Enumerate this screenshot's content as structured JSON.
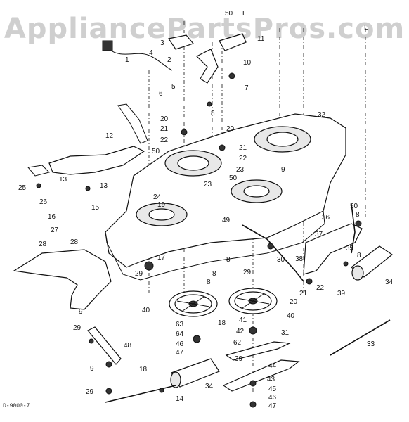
{
  "watermark": "AppliancePartsPros.com",
  "drawing_id": "D-9000-7",
  "callouts": [
    {
      "id": "c50a",
      "text": "50"
    },
    {
      "id": "cE",
      "text": "E"
    },
    {
      "id": "c11",
      "text": "11"
    },
    {
      "id": "cL",
      "text": "L"
    },
    {
      "id": "c1",
      "text": "1"
    },
    {
      "id": "c4",
      "text": "4"
    },
    {
      "id": "c3",
      "text": "3"
    },
    {
      "id": "c2",
      "text": "2"
    },
    {
      "id": "c10",
      "text": "10"
    },
    {
      "id": "c7",
      "text": "7"
    },
    {
      "id": "c6",
      "text": "6"
    },
    {
      "id": "c5",
      "text": "5"
    },
    {
      "id": "c8a",
      "text": "8"
    },
    {
      "id": "c32",
      "text": "32"
    },
    {
      "id": "c12",
      "text": "12"
    },
    {
      "id": "c20a",
      "text": "20"
    },
    {
      "id": "c21a",
      "text": "21"
    },
    {
      "id": "c22a",
      "text": "22"
    },
    {
      "id": "c50b",
      "text": "50"
    },
    {
      "id": "c20b",
      "text": "20"
    },
    {
      "id": "c21b",
      "text": "21"
    },
    {
      "id": "c22b",
      "text": "22"
    },
    {
      "id": "c23a",
      "text": "23"
    },
    {
      "id": "c23b",
      "text": "23"
    },
    {
      "id": "c9a",
      "text": "9"
    },
    {
      "id": "c50c",
      "text": "50"
    },
    {
      "id": "c13a",
      "text": "13"
    },
    {
      "id": "c13b",
      "text": "13"
    },
    {
      "id": "c25",
      "text": "25"
    },
    {
      "id": "c26",
      "text": "26"
    },
    {
      "id": "c15",
      "text": "15"
    },
    {
      "id": "c24",
      "text": "24"
    },
    {
      "id": "c19",
      "text": "19"
    },
    {
      "id": "c49",
      "text": "49"
    },
    {
      "id": "c16",
      "text": "16"
    },
    {
      "id": "c27",
      "text": "27"
    },
    {
      "id": "c28a",
      "text": "28"
    },
    {
      "id": "c28b",
      "text": "28"
    },
    {
      "id": "c17",
      "text": "17"
    },
    {
      "id": "c29a",
      "text": "29"
    },
    {
      "id": "c8b",
      "text": "8"
    },
    {
      "id": "c30",
      "text": "30"
    },
    {
      "id": "c38",
      "text": "38"
    },
    {
      "id": "c36",
      "text": "36"
    },
    {
      "id": "c37",
      "text": "37"
    },
    {
      "id": "c50d",
      "text": "50"
    },
    {
      "id": "c8c",
      "text": "8"
    },
    {
      "id": "c35",
      "text": "35"
    },
    {
      "id": "c8d",
      "text": "8"
    },
    {
      "id": "c34a",
      "text": "34"
    },
    {
      "id": "c22c",
      "text": "22"
    },
    {
      "id": "c39a",
      "text": "39"
    },
    {
      "id": "c21c",
      "text": "21"
    },
    {
      "id": "c20c",
      "text": "20"
    },
    {
      "id": "c8e",
      "text": "8"
    },
    {
      "id": "c29b",
      "text": "29"
    },
    {
      "id": "c8f",
      "text": "8"
    },
    {
      "id": "c40a",
      "text": "40"
    },
    {
      "id": "c40b",
      "text": "40"
    },
    {
      "id": "c41",
      "text": "41"
    },
    {
      "id": "c42",
      "text": "42"
    },
    {
      "id": "c31",
      "text": "31"
    },
    {
      "id": "c63",
      "text": "63"
    },
    {
      "id": "c64",
      "text": "64"
    },
    {
      "id": "c46a",
      "text": "46"
    },
    {
      "id": "c47a",
      "text": "47"
    },
    {
      "id": "c18a",
      "text": "18"
    },
    {
      "id": "c62",
      "text": "62"
    },
    {
      "id": "c9b",
      "text": "9"
    },
    {
      "id": "c29c",
      "text": "29"
    },
    {
      "id": "c48",
      "text": "48"
    },
    {
      "id": "c9c",
      "text": "9"
    },
    {
      "id": "c39b",
      "text": "39"
    },
    {
      "id": "c44",
      "text": "44"
    },
    {
      "id": "c43",
      "text": "43"
    },
    {
      "id": "c45",
      "text": "45"
    },
    {
      "id": "c46b",
      "text": "46"
    },
    {
      "id": "c47b",
      "text": "47"
    },
    {
      "id": "c18b",
      "text": "18"
    },
    {
      "id": "c34b",
      "text": "34"
    },
    {
      "id": "c29d",
      "text": "29"
    },
    {
      "id": "c14",
      "text": "14"
    },
    {
      "id": "c33",
      "text": "33"
    }
  ]
}
